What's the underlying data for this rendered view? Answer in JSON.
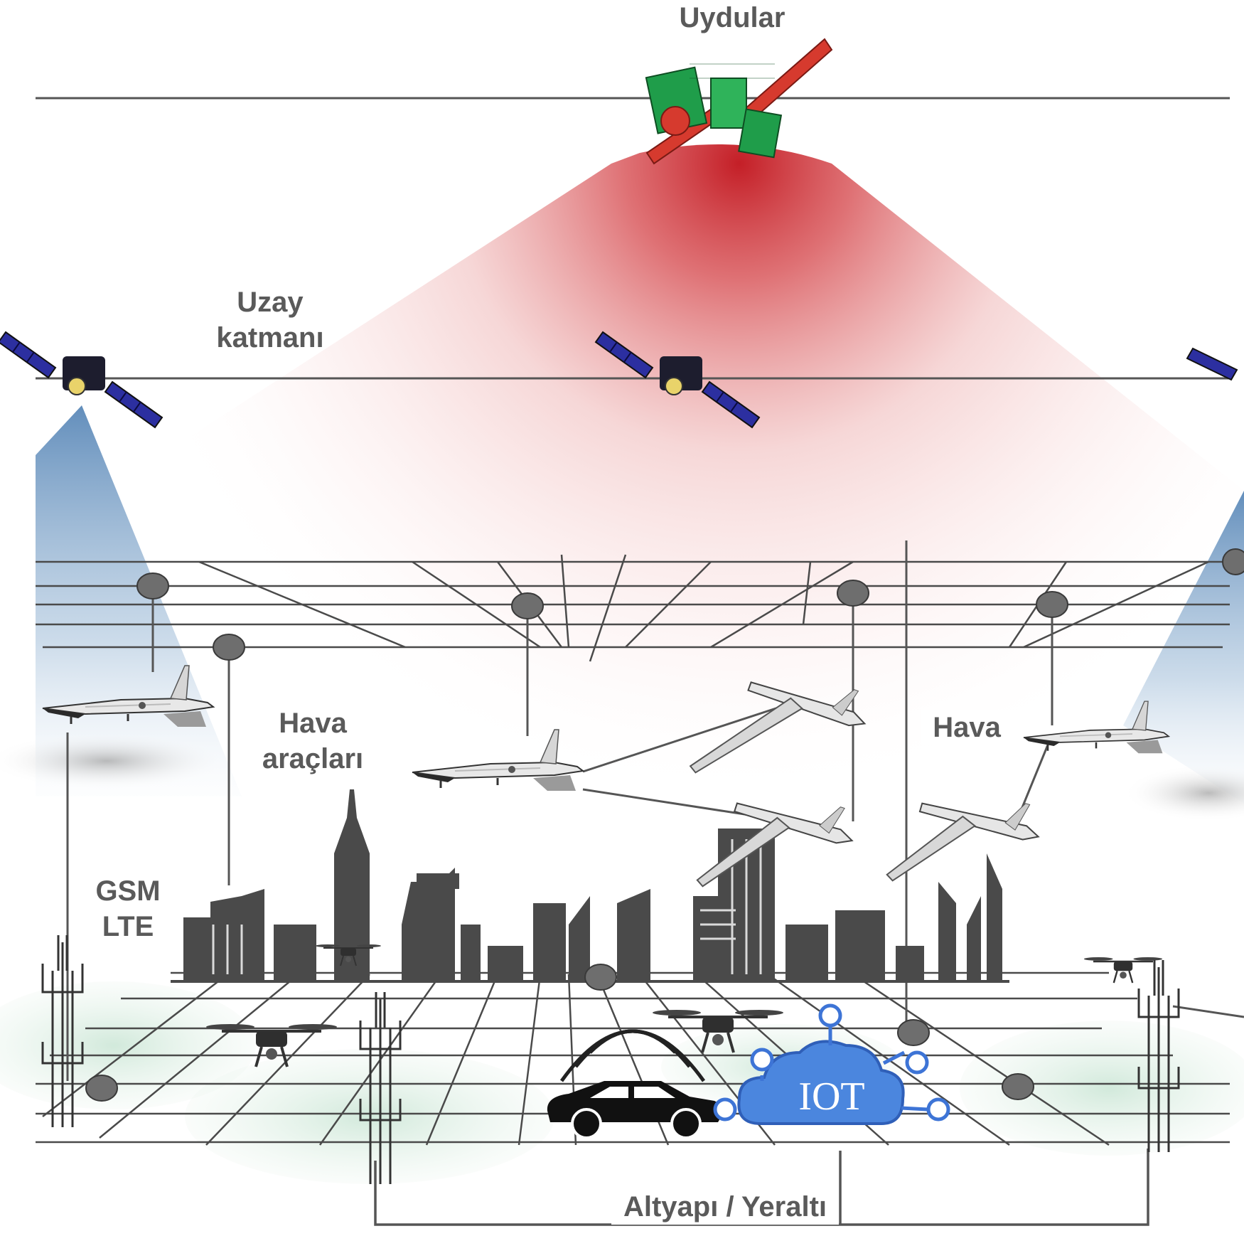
{
  "labels": {
    "satellites": "Uydular",
    "space_layer": [
      "Uzay",
      "katmanı"
    ],
    "air_vehicles": [
      "Hava",
      "araçları"
    ],
    "air": "Hava",
    "gsm": [
      "GSM",
      "LTE"
    ],
    "infrastructure": "Altyapı / Yeraltı"
  },
  "iot_label": "IOT",
  "colors": {
    "red_cone": "#c0262c",
    "blue_cone": "#4f7fb0",
    "ground_green": "#d6ece0",
    "grid_line": "#4a4a4a",
    "node": "#6e6e6e",
    "iot_blue": "#3d74d6",
    "solar_panel_blue": "#2c2fa0",
    "satellite_green": "#1f9d4a",
    "satellite_red": "#d63a2e"
  },
  "icons": {
    "geo_satellite": "geo-satellite-icon",
    "leo_satellite": "leo-satellite-icon",
    "uav": "uav-icon",
    "drone": "quadcopter-drone-icon",
    "tower": "cell-tower-icon",
    "car": "connected-car-icon",
    "city": "city-skyline-icon",
    "iot": "iot-cloud-icon"
  }
}
